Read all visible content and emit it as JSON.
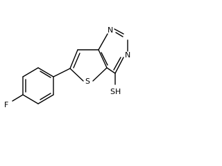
{
  "molecule": {
    "atoms": {
      "fluorine": "F",
      "sulfur_ring": "S",
      "nitrogen_top": "N",
      "nitrogen_right": "N",
      "thiol": "SH"
    }
  }
}
